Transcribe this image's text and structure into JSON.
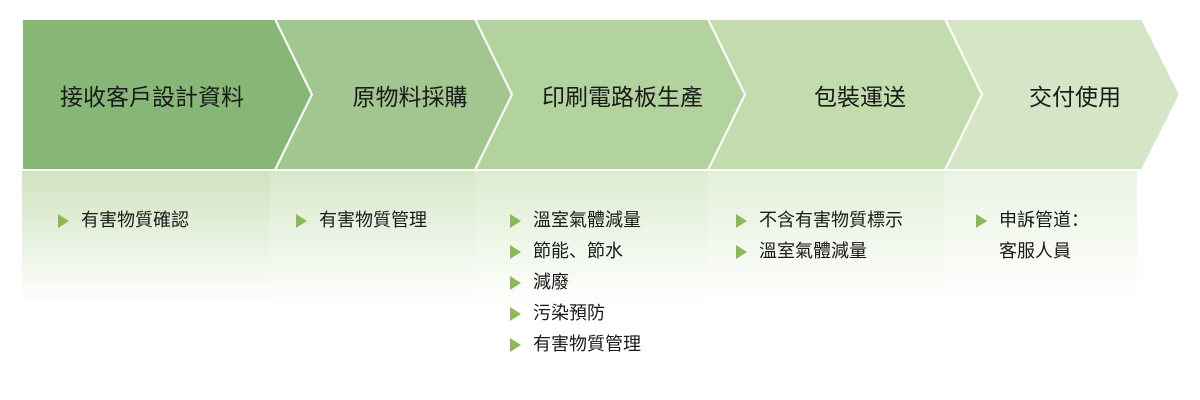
{
  "stages": [
    {
      "title": "接收客戶設計資料",
      "color": "#86b777",
      "bullets": [
        "有害物質確認"
      ]
    },
    {
      "title": "原物料採購",
      "color": "#a1c68f",
      "bullets": [
        "有害物質管理"
      ]
    },
    {
      "title": "印刷電路板生產",
      "color": "#b3d39e",
      "bullets": [
        "溫室氣體減量",
        "節能、節水",
        "減廢",
        "污染預防",
        "有害物質管理"
      ]
    },
    {
      "title": "包裝運送",
      "color": "#c2dcae",
      "bullets": [
        "不含有害物質標示",
        "溫室氣體減量"
      ]
    },
    {
      "title": "交付使用",
      "color": "#d4e6c6",
      "bullets": [
        "申訴管道：",
        "客服人員"
      ],
      "bullets_joined": true
    }
  ],
  "marker_color": "#8cb85c"
}
